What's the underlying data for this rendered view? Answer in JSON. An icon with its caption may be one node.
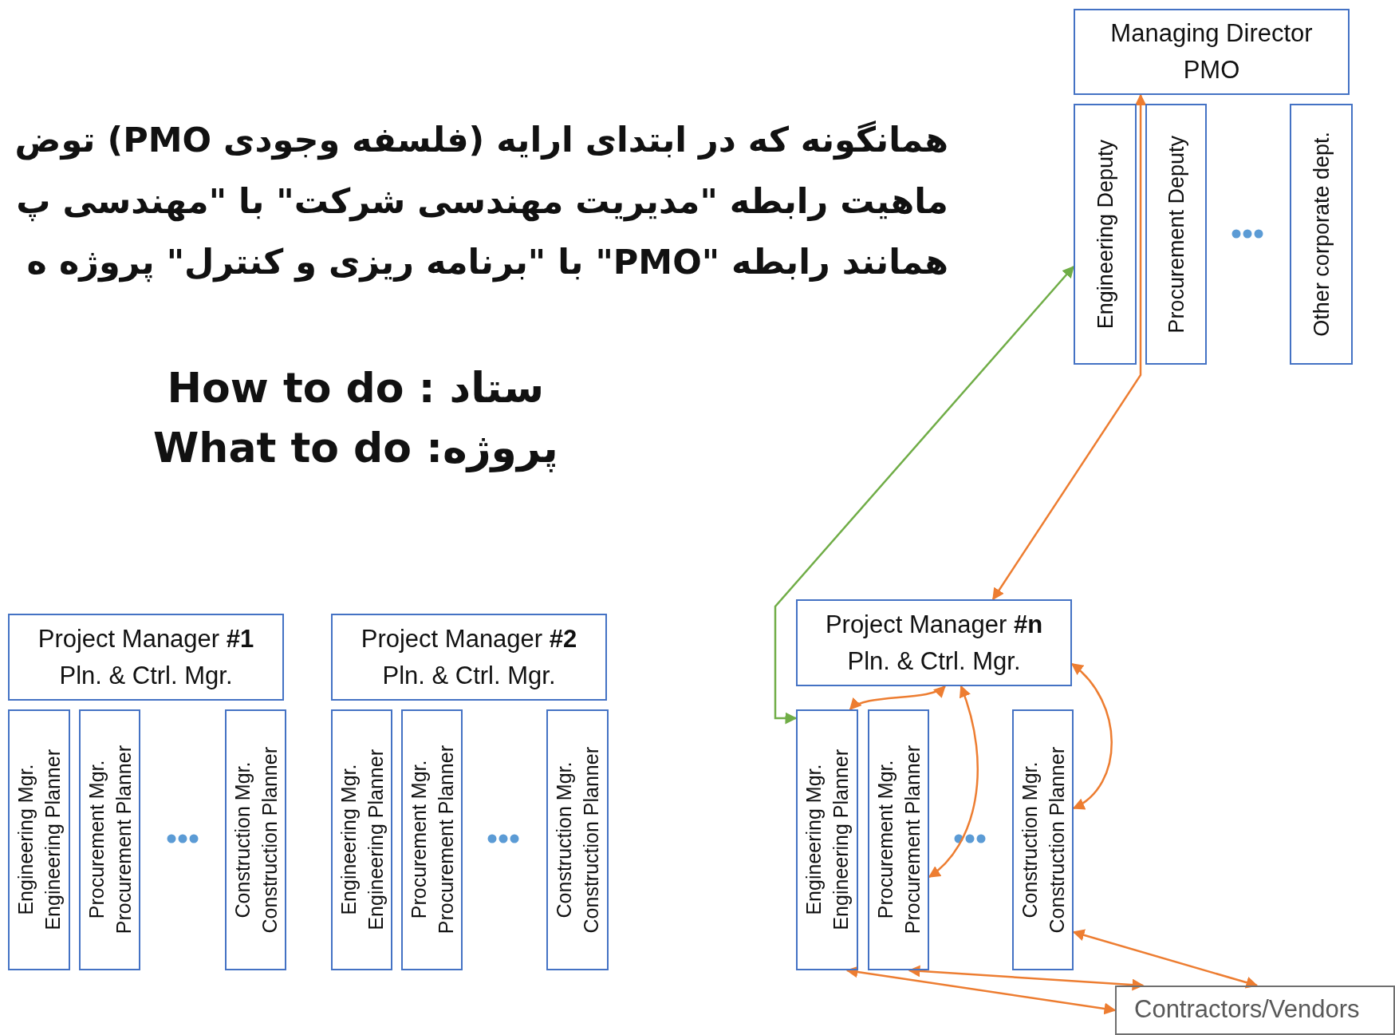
{
  "diagram": {
    "nodes": [
      {
        "text": [
          "Managing Director",
          "PMO"
        ]
      },
      {
        "text": [
          "Engineering Deputy"
        ]
      },
      {
        "text": [
          "Procurement Deputy"
        ]
      },
      {
        "text": [
          "Other corporate dept."
        ]
      },
      {
        "text": [
          "Project Manager **#1**",
          "Pln. & Ctrl. Mgr."
        ]
      },
      {
        "text": [
          "Project Manager **#2**",
          "Pln. & Ctrl. Mgr."
        ]
      },
      {
        "text": [
          "Project Manager **#n**",
          "Pln. & Ctrl. Mgr."
        ]
      },
      {
        "text": [
          "Engineering Mgr.",
          "Engineering Planner"
        ]
      },
      {
        "text": [
          "Procurement Mgr.",
          "Procurement Planner"
        ]
      },
      {
        "text": [
          "Construction Mgr.",
          "Construction Planner"
        ]
      },
      {
        "text": [
          "Engineering Mgr.",
          "Engineering Planner"
        ]
      },
      {
        "text": [
          "Procurement Mgr.",
          "Procurement Planner"
        ]
      },
      {
        "text": [
          "Construction Mgr.",
          "Construction Planner"
        ]
      },
      {
        "text": [
          "Engineering Mgr.",
          "Engineering Planner"
        ]
      },
      {
        "text": [
          "Procurement Mgr.",
          "Procurement Planner"
        ]
      },
      {
        "text": [
          "Construction Mgr.",
          "Construction Planner"
        ]
      },
      {
        "text": [
          "Contractors/Vendors"
        ]
      }
    ],
    "edges": [
      {
        "from": 13,
        "to": 1,
        "arrow": "both",
        "color": "#70ad47"
      },
      {
        "from": 6,
        "to": 0,
        "arrow": "both"
      },
      {
        "from": 6,
        "to": 13,
        "arrow": "both"
      },
      {
        "from": 6,
        "to": 14,
        "arrow": "both"
      },
      {
        "from": 6,
        "to": 15,
        "arrow": "both"
      },
      {
        "from": 13,
        "to": 16,
        "arrow": "both"
      },
      {
        "from": 14,
        "to": 16,
        "arrow": "both"
      },
      {
        "from": 15,
        "to": 16,
        "arrow": "both"
      }
    ],
    "labels": [
      "همانگونه که در ابتدای ارایه (فلسفه وجودی PMO) توض",
      "ماهیت رابطه \"مدیریت مهندسی شرکت\" با \"مهندسی پ",
      "همانند رابطه \"PMO\" با \"برنامه ریزی و کنترل\" پروژه ه",
      "ستاد : How to do",
      "پروژه: What to do"
    ]
  }
}
